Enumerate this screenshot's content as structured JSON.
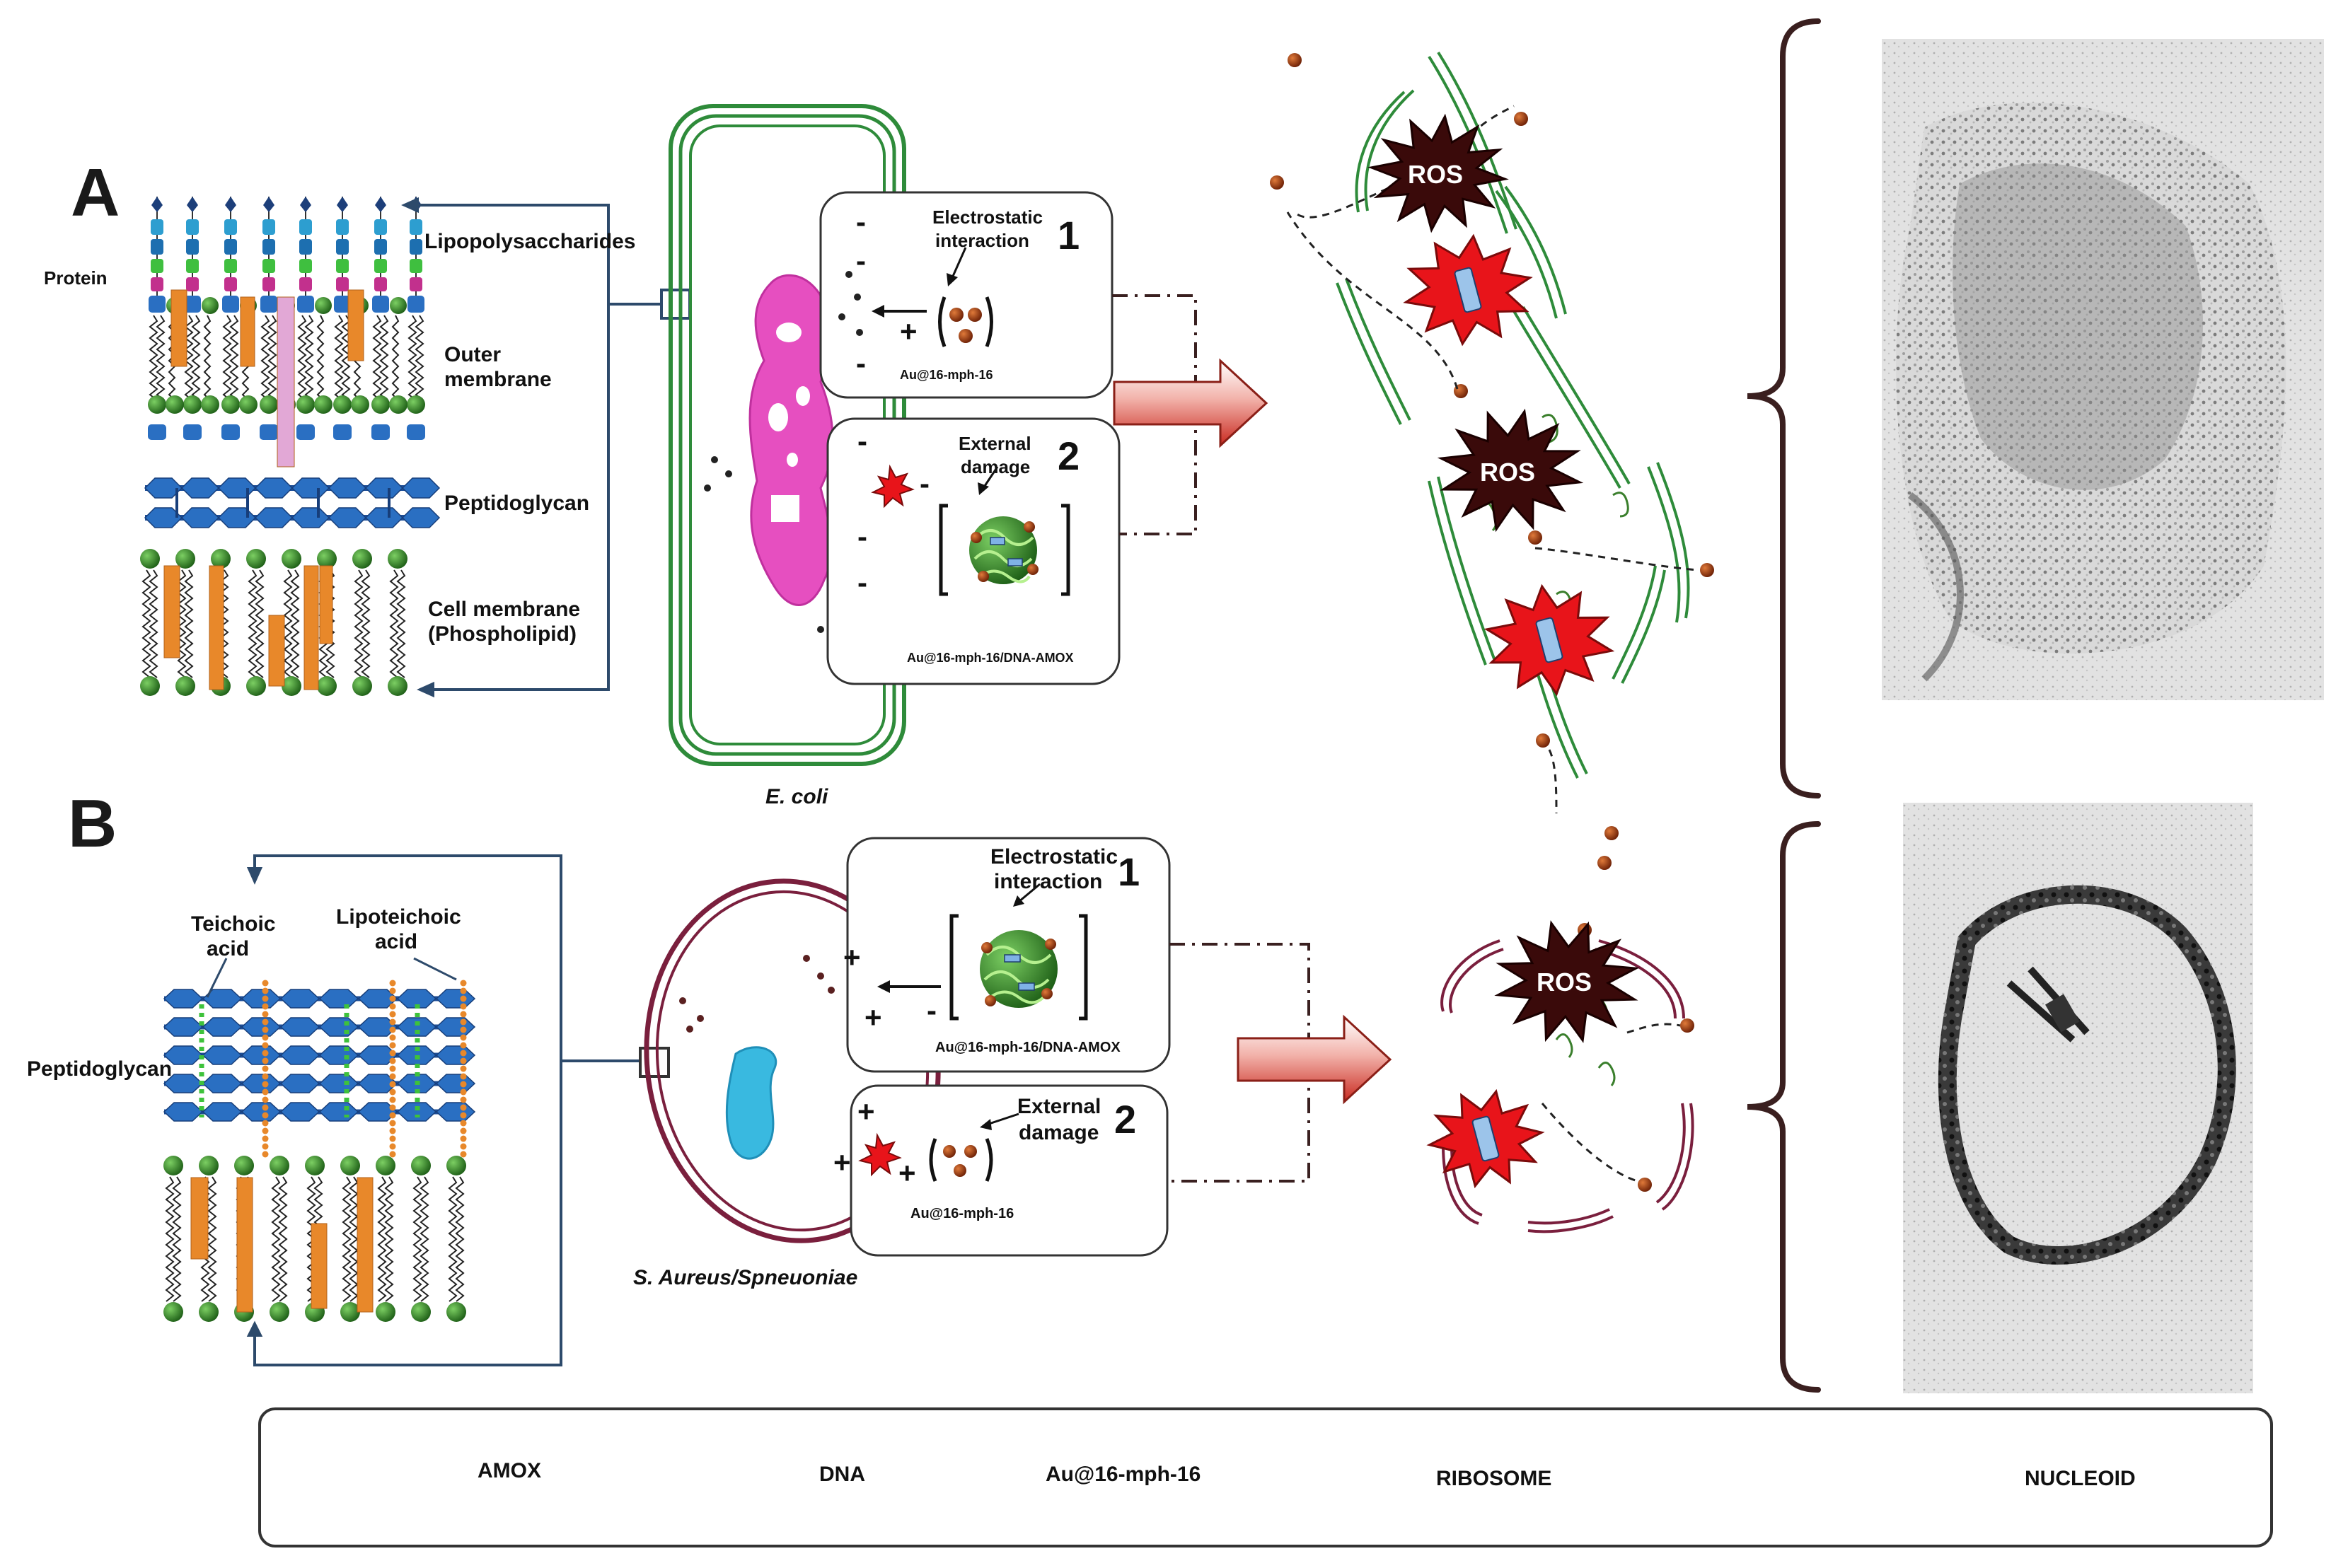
{
  "panelA": {
    "letter": "A",
    "membrane_labels": {
      "lps": "Lipopolysaccharides",
      "protein": "Protein",
      "outer1": "Outer",
      "outer2": "membrane",
      "peptidoglycan": "Peptidoglycan",
      "cell1": "Cell membrane",
      "cell2": "(Phospholipid)"
    },
    "cell_name": "E. coli",
    "box1": {
      "num": "1",
      "title1": "Electrostatic",
      "title2": "interaction",
      "complex": "Au@16-mph-16"
    },
    "box2": {
      "num": "2",
      "title1": "External",
      "title2": "damage",
      "complex": "Au@16-mph-16/DNA-AMOX"
    }
  },
  "panelB": {
    "letter": "B",
    "membrane_labels": {
      "teichoic1": "Teichoic",
      "teichoic2": "acid",
      "lipo1": "Lipoteichoic",
      "lipo2": "acid",
      "peptidoglycan": "Peptidoglycan"
    },
    "cell_name": "S. Aureus/Spneuoniae",
    "box1": {
      "num": "1",
      "title1": "Electrostatic",
      "title2": "interaction",
      "complex": "Au@16-mph-16/DNA-AMOX"
    },
    "box2": {
      "num": "2",
      "title1": "External",
      "title2": "damage",
      "complex": "Au@16-mph-16"
    }
  },
  "ros_label": "ROS",
  "signs": {
    "minus": "-",
    "plus": "+"
  },
  "legend": {
    "amox": "AMOX",
    "dna": "DNA",
    "au": "Au@16-mph-16",
    "ribosome": "RIBOSOME",
    "nucleoid": "NUCLEOID"
  },
  "colors": {
    "gram_negative_wall": "#2e8b3a",
    "gram_positive_wall": "#7a1f3d",
    "nucleoid_pink": "#e64fc0",
    "nucleoid_blue": "#39b9e0",
    "ros_dark": "#3a0a0a",
    "ros_red": "#e8141a",
    "gold_np": "#8a2f0c",
    "arrow_red": "#d9362b"
  }
}
